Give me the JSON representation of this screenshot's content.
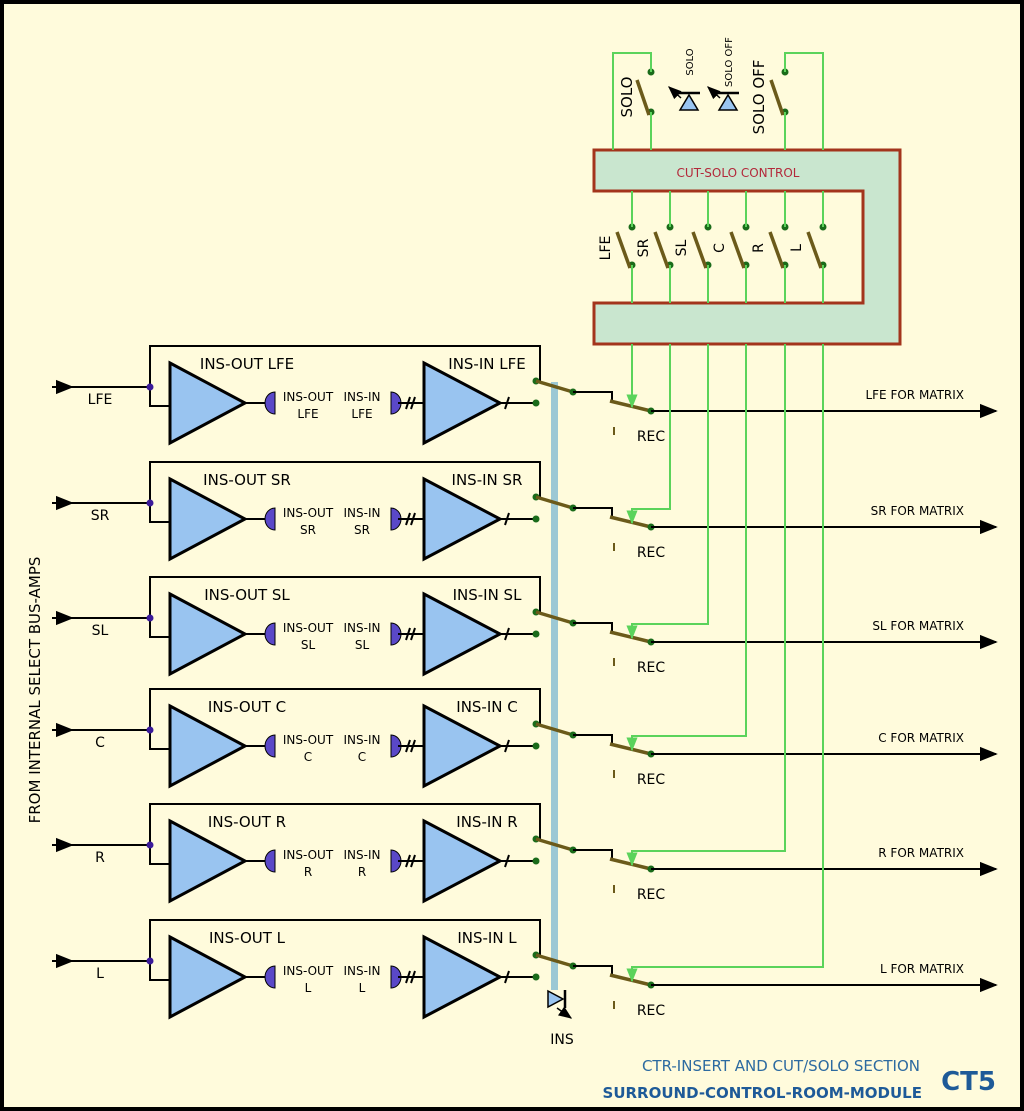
{
  "side_label": "FROM INTERNAL SELECT BUS-AMPS",
  "control_block": {
    "label": "CUT-SOLO CONTROL"
  },
  "top_switches": {
    "solo": "SOLO",
    "solo_off": "SOLO OFF"
  },
  "top_leds": {
    "solo": "SOLO",
    "solo_off": "SOLO OFF"
  },
  "cut_switches": [
    "LFE",
    "SR",
    "SL",
    "C",
    "R",
    "L"
  ],
  "channels": [
    {
      "input": "LFE",
      "ins_out": "INS-OUT LFE",
      "ins_in": "INS-IN LFE",
      "jack_out": [
        "INS-OUT",
        "LFE"
      ],
      "jack_in": [
        "INS-IN",
        "LFE"
      ],
      "rec": "REC",
      "matrix": "LFE FOR MATRIX"
    },
    {
      "input": "SR",
      "ins_out": "INS-OUT SR",
      "ins_in": "INS-IN SR",
      "jack_out": [
        "INS-OUT",
        "SR"
      ],
      "jack_in": [
        "INS-IN",
        "SR"
      ],
      "rec": "REC",
      "matrix": "SR FOR MATRIX"
    },
    {
      "input": "SL",
      "ins_out": "INS-OUT SL",
      "ins_in": "INS-IN SL",
      "jack_out": [
        "INS-OUT",
        "SL"
      ],
      "jack_in": [
        "INS-IN",
        "SL"
      ],
      "rec": "REC",
      "matrix": "SL FOR MATRIX"
    },
    {
      "input": "C",
      "ins_out": "INS-OUT C",
      "ins_in": "INS-IN C",
      "jack_out": [
        "INS-OUT",
        "C"
      ],
      "jack_in": [
        "INS-IN",
        "C"
      ],
      "rec": "REC",
      "matrix": "C FOR MATRIX"
    },
    {
      "input": "R",
      "ins_out": "INS-OUT R",
      "ins_in": "INS-IN R",
      "jack_out": [
        "INS-OUT",
        "R"
      ],
      "jack_in": [
        "INS-IN",
        "R"
      ],
      "rec": "REC",
      "matrix": "R FOR MATRIX"
    },
    {
      "input": "L",
      "ins_out": "INS-OUT L",
      "ins_in": "INS-IN L",
      "jack_out": [
        "INS-OUT",
        "L"
      ],
      "jack_in": [
        "INS-IN",
        "L"
      ],
      "rec": "REC",
      "matrix": "L FOR MATRIX"
    }
  ],
  "ins_led": "INS",
  "footer": {
    "line1": "CTR-INSERT AND CUT/SOLO SECTION",
    "line2": "SURROUND-CONTROL-ROOM-MODULE",
    "code": "CT5"
  },
  "colors": {
    "background": "#fffbdc",
    "border": "#000000",
    "amp_fill": "#99c4f0",
    "jack_fill": "#5a48c8",
    "wire": "#000000",
    "control_wire": "#5bd35b",
    "switch_arm": "#6b5a1a",
    "node": "#1a6b1a",
    "input_node": "#3a1a9a",
    "control_fill": "#c9e6cf",
    "control_border": "#a3341c",
    "ins_bar": "#9cc8d4",
    "footer_text": "#1e5a98"
  }
}
